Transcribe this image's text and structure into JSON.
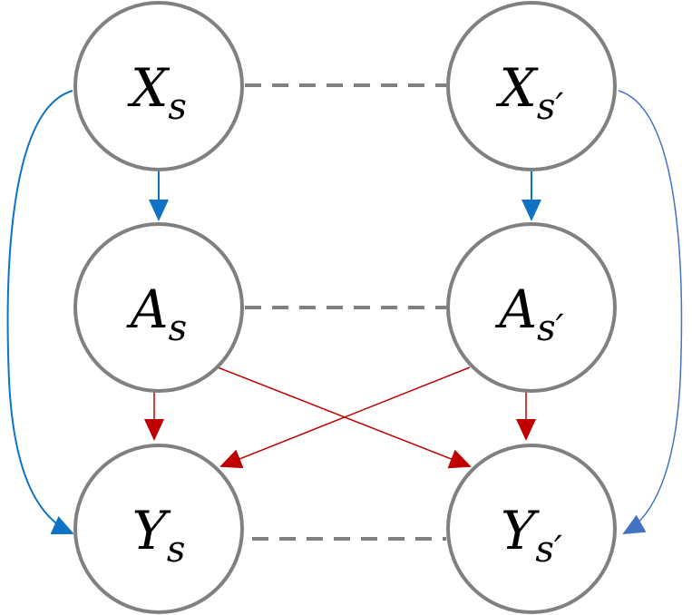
{
  "nodes": [
    {
      "id": "x-s",
      "letter": "X",
      "sub": "s"
    },
    {
      "id": "x-s-prime",
      "letter": "X",
      "sub": "s′"
    },
    {
      "id": "a-s",
      "letter": "A",
      "sub": "s"
    },
    {
      "id": "a-s-prime",
      "letter": "A",
      "sub": "s′"
    },
    {
      "id": "y-s",
      "letter": "Y",
      "sub": "s"
    },
    {
      "id": "y-s-prime",
      "letter": "Y",
      "sub": "s′"
    }
  ],
  "colors": {
    "node_border": "#808080",
    "dashed_link": "#808080",
    "x_edges": "#0f72c4",
    "a_edges": "#c00000"
  }
}
